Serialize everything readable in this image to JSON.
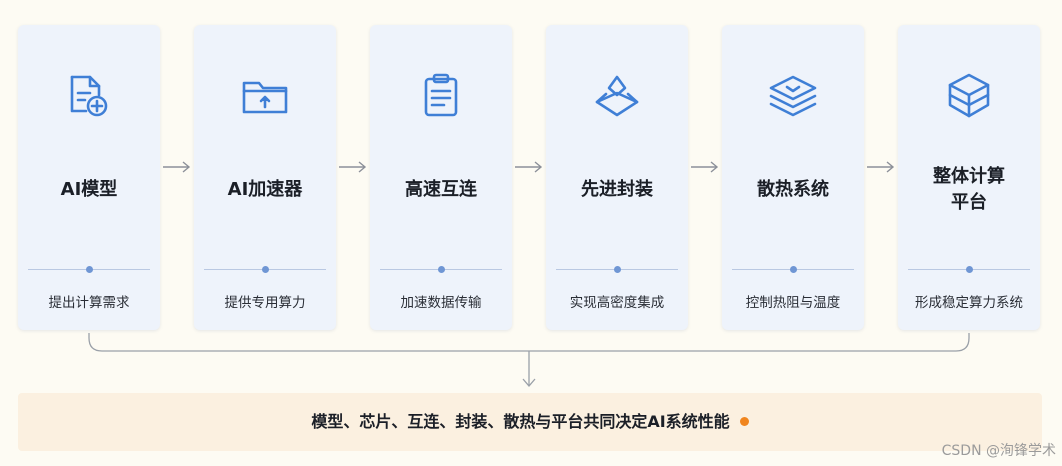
{
  "steps": [
    {
      "icon": "document-add-icon",
      "title": "AI模型",
      "desc": "提出计算需求"
    },
    {
      "icon": "folder-upload-icon",
      "title": "AI加速器",
      "desc": "提供专用算力"
    },
    {
      "icon": "clipboard-list-icon",
      "title": "高速互连",
      "desc": "加速数据传输"
    },
    {
      "icon": "layer-stack-icon",
      "title": "先进封装",
      "desc": "实现高密度集成"
    },
    {
      "icon": "layers-icon",
      "title": "散热系统",
      "desc": "控制热阻与温度"
    },
    {
      "icon": "box-icon",
      "title": "整体计算\n平台",
      "desc": "形成稳定算力系统"
    }
  ],
  "summary": "模型、芯片、互连、封装、散热与平台共同决定AI系统性能",
  "watermark": "CSDN @洵锋学术",
  "colors": {
    "accent": "#3f7fd6",
    "dot": "#f0851e",
    "banner": "#fbf0e0",
    "card": "#eef3fb"
  }
}
